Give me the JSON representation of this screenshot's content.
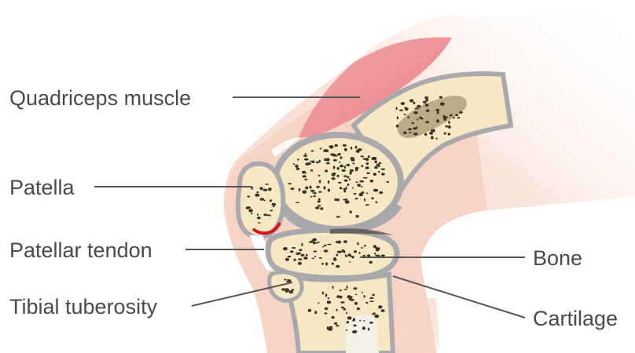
{
  "labels": {
    "quadriceps": "Quadriceps muscle",
    "patella": "Patella",
    "patellar_tendon": "Patellar tendon",
    "tibial_tuberosity": "Tibial tuberosity",
    "bone": "Bone",
    "cartilage": "Cartilage"
  },
  "colors": {
    "skin": "#f6d3c4",
    "skin_dark": "#efbfac",
    "muscle": "#ef8f96",
    "bone": "#f7e8c4",
    "cartilage": "#a9a9ad",
    "marrow": "#3a3328",
    "inflammation": "#d8141d",
    "label_text": "#4a4a4a"
  }
}
